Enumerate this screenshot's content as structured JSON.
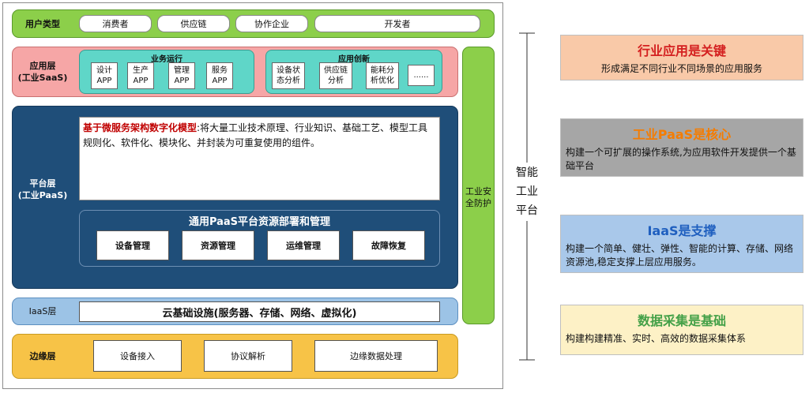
{
  "user_layer": {
    "label": "用户类型",
    "types": [
      "消费者",
      "供应链",
      "协作企业",
      "开发者"
    ]
  },
  "app_layer": {
    "label_line1": "应用层",
    "label_line2": "(工业SaaS)",
    "business": {
      "title": "业务运行",
      "apps": [
        {
          "l1": "设计",
          "l2": "APP"
        },
        {
          "l1": "生产",
          "l2": "APP"
        },
        {
          "l1": "管理",
          "l2": "APP"
        },
        {
          "l1": "服务",
          "l2": "APP"
        }
      ]
    },
    "innovation": {
      "title": "应用创新",
      "apps": [
        {
          "l1": "设备状",
          "l2": "态分析"
        },
        {
          "l1": "供应链",
          "l2": "分析"
        },
        {
          "l1": "能耗分",
          "l2": "析优化"
        },
        {
          "l1": "......",
          "l2": ""
        }
      ]
    }
  },
  "platform_layer": {
    "label_line1": "平台层",
    "label_line2": "(工业PaaS)",
    "highlight": "基于微服务架构数字化模型",
    "desc_rest": ":将大量工业技术原理、行业知识、基础工艺、模型工具规则化、软件化、模块化、并封装为可重复使用的组件。",
    "paas_title": "通用PaaS平台资源部署和管理",
    "paas_items": [
      "设备管理",
      "资源管理",
      "运维管理",
      "故障恢复"
    ]
  },
  "security": {
    "line1": "工业安",
    "line2": "全防护"
  },
  "iaas_layer": {
    "label": "IaaS层",
    "content": "云基础设施(服务器、存储、网络、虚拟化)"
  },
  "edge_layer": {
    "label": "边缘层",
    "items": [
      "设备接入",
      "协议解析",
      "边缘数据处理"
    ]
  },
  "axis": {
    "chars": [
      "智能",
      "工业",
      "平台"
    ]
  },
  "cards": [
    {
      "title": "行业应用是关键",
      "desc": "形成满足不同行业不同场景的应用服务",
      "bg": "#f9c9a8",
      "title_color": "#d42020"
    },
    {
      "title": "工业PaaS是核心",
      "desc": "构建一个可扩展的操作系统,为应用软件开发提供一个基础平台",
      "bg": "#a6a6a6",
      "title_color": "#f57c00"
    },
    {
      "title": "IaaS是支撑",
      "desc": "构建一个简单、健壮、弹性、智能的计算、存储、网络资源池,稳定支撑上层应用服务。",
      "bg": "#a9c8ea",
      "title_color": "#1f5fbf"
    },
    {
      "title": "数据采集是基础",
      "desc": "构建构建精准、实时、高效的数据采集体系",
      "bg": "#fdf1c6",
      "title_color": "#43a047"
    }
  ]
}
